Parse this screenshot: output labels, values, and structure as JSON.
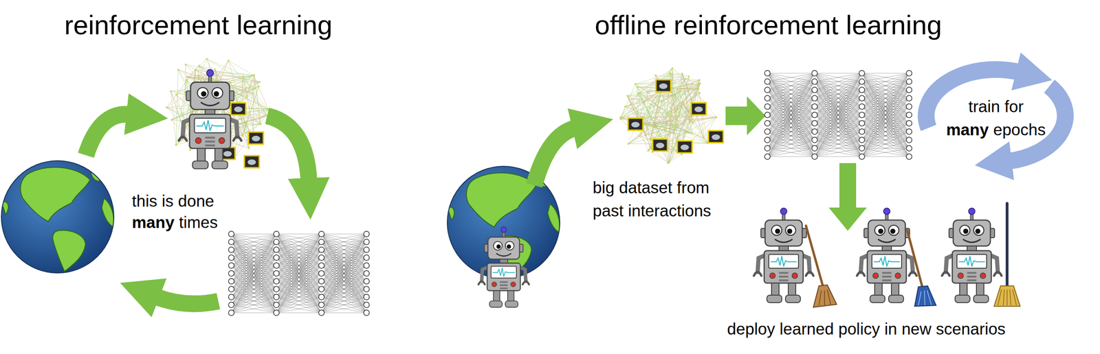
{
  "diagram": {
    "labels": [
      "reinforcement learning",
      "offline reinforcement learning",
      "this is done many times",
      "big dataset from past interactions",
      "train for many epochs",
      "deploy learned policy in new scenarios"
    ]
  }
}
